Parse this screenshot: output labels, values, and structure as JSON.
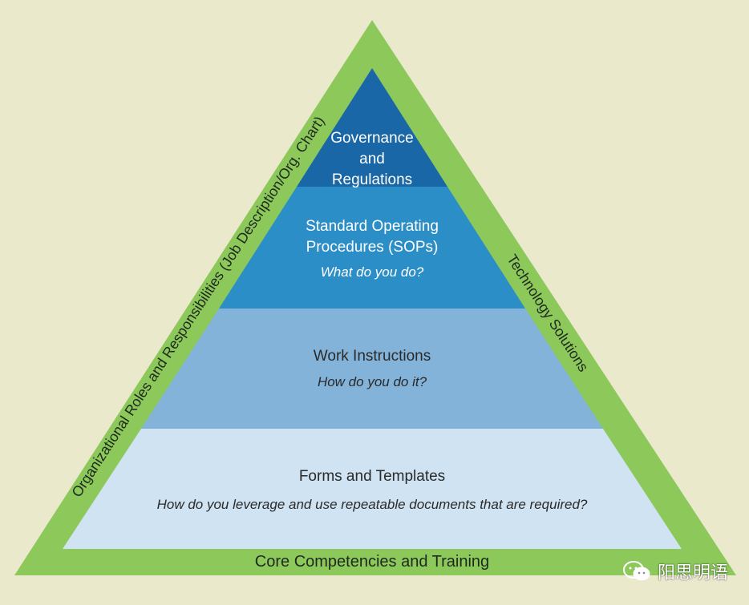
{
  "colors": {
    "background": "#ebe9cc",
    "frame_green": "#8cc85a",
    "level_1": "#1a67a8",
    "level_2": "#2b8ec7",
    "level_3": "#83b3d9",
    "level_4": "#cfe3f2",
    "text_light": "#ffffff",
    "text_dark": "#2a2a2a"
  },
  "pyramid": {
    "levels": [
      {
        "lines": [
          "Governance",
          "and",
          "Regulations"
        ],
        "question": ""
      },
      {
        "lines": [
          "Standard Operating",
          "Procedures (SOPs)"
        ],
        "question": "What do you do?"
      },
      {
        "lines": [
          "Work Instructions"
        ],
        "question": "How do you do it?"
      },
      {
        "lines": [
          "Forms and Templates"
        ],
        "question": "How do you leverage and use repeatable documents that are required?"
      }
    ],
    "left_side_label": "Organizational Roles and Responsibilities (Job Description/Org. Chart)",
    "right_side_label": "Technology Solutions",
    "base_label": "Core Competencies and Training"
  },
  "watermark": {
    "icon": "wechat-icon",
    "text": "阳思明语"
  }
}
